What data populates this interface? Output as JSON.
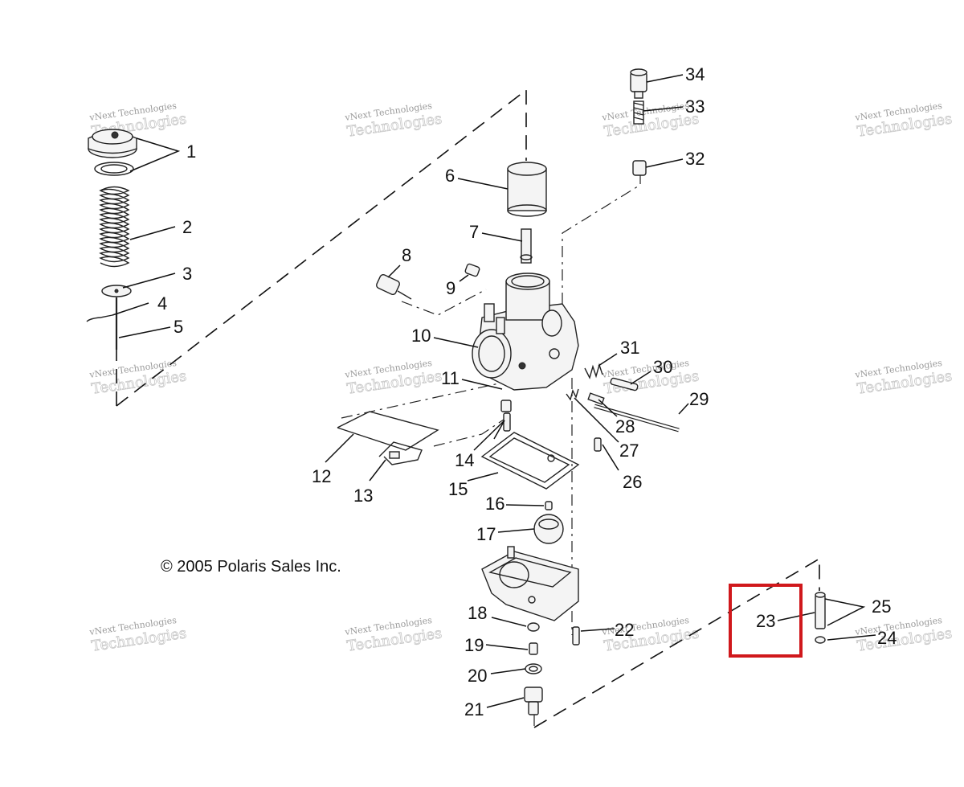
{
  "copyright": "© 2005 Polaris Sales Inc.",
  "watermark": {
    "line1": "vNext Technologies",
    "line2": "Technologies"
  },
  "highlight": {
    "part": "23",
    "color": "#d0181c"
  },
  "callouts": [
    "1",
    "2",
    "3",
    "4",
    "5",
    "6",
    "7",
    "8",
    "9",
    "10",
    "11",
    "12",
    "13",
    "14",
    "15",
    "16",
    "17",
    "18",
    "19",
    "20",
    "21",
    "22",
    "23",
    "24",
    "25",
    "26",
    "27",
    "28",
    "29",
    "30",
    "31",
    "32",
    "33",
    "34"
  ]
}
